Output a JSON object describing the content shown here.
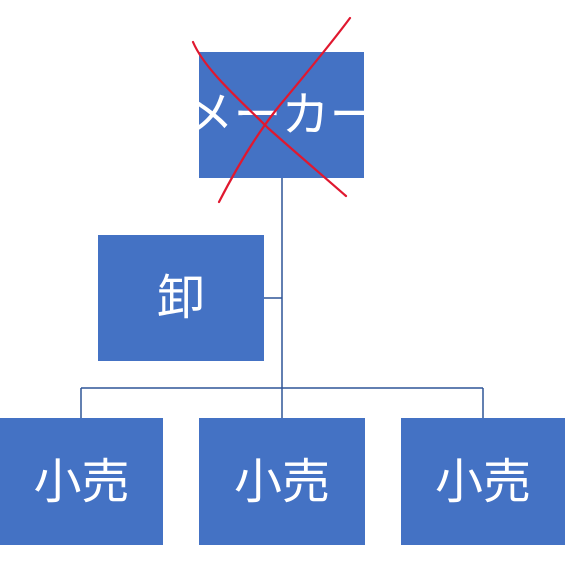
{
  "colors": {
    "node_fill": "#4472c4",
    "connector": "#2f5597",
    "cross_mark": "#e0182f",
    "text": "#ffffff"
  },
  "nodes": {
    "maker": {
      "label": "メーカー"
    },
    "wholesale": {
      "label": "卸"
    },
    "retail": [
      {
        "label": "小売"
      },
      {
        "label": "小売"
      },
      {
        "label": "小売"
      }
    ]
  },
  "annotations": {
    "maker_crossed_out": true
  }
}
